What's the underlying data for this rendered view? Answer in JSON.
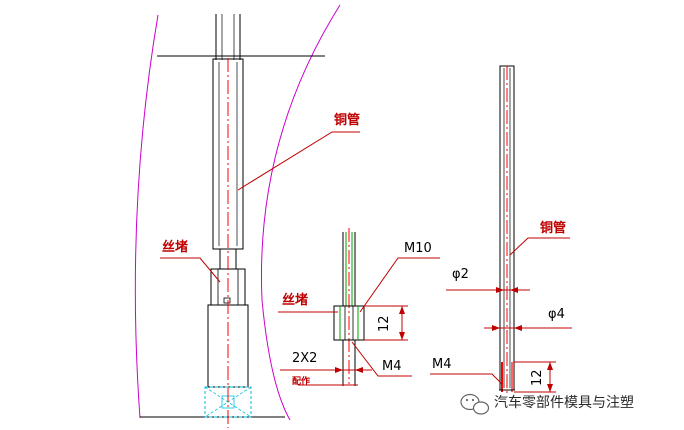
{
  "labels": {
    "copper_tube_left": "铜管",
    "plug_left": "丝堵",
    "plug_mid": "丝堵",
    "m10": "M10",
    "dim_12_mid": "12",
    "m4_mid": "M4",
    "size_2x2": "2X2",
    "fit_note": "配作",
    "copper_tube_right": "铜管",
    "phi2": "φ2",
    "phi4": "φ4",
    "m4_right": "M4",
    "dim_12_right": "12"
  },
  "watermark": {
    "text": "汽车零部件模具与注塑"
  },
  "colors": {
    "outline": "#000000",
    "dimension_red": "#ff0000",
    "label_red": "#c00000",
    "surface_magenta": "#cc00cc",
    "channel_green": "#00a000",
    "insert_cyan": "#00c0e0"
  }
}
